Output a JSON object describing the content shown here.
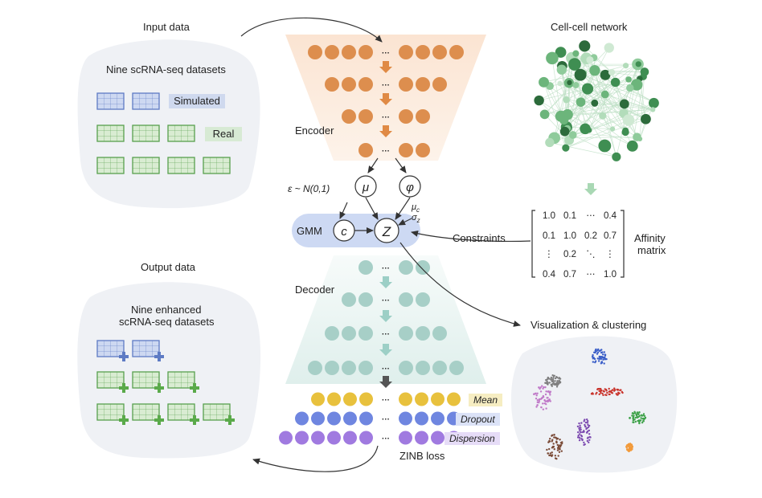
{
  "input": {
    "title": "Input data",
    "heading": "Nine scRNA-seq datasets",
    "simulated_label": "Simulated",
    "real_label": "Real"
  },
  "output": {
    "title": "Output data",
    "heading_line1": "Nine enhanced",
    "heading_line2": "scRNA-seq datasets"
  },
  "network": {
    "title": "Cell-cell network",
    "constraints_label": "Constraints",
    "affinity_line1": "Affinity",
    "affinity_line2": "matrix",
    "matrix": [
      [
        "1.0",
        "0.1",
        "⋯",
        "0.4"
      ],
      [
        "0.1",
        "1.0",
        "0.2",
        "0.7"
      ],
      [
        "⋮",
        "0.2",
        "⋱",
        "⋮"
      ],
      [
        "0.4",
        "0.7",
        "⋯",
        "1.0"
      ]
    ]
  },
  "model": {
    "encoder_label": "Encoder",
    "decoder_label": "Decoder",
    "gmm_label": "GMM",
    "epsilon_label": "ε ~ N(0,1)",
    "mu": "μ",
    "phi": "φ",
    "c": "c",
    "z": "Z",
    "mu_c": "μ",
    "mu_c_sub": "c",
    "sigma_z": "σ",
    "sigma_z_sub": "z",
    "dots": "···"
  },
  "outputs": {
    "mean_label": "Mean",
    "dropout_label": "Dropout",
    "dispersion_label": "Dispersion",
    "loss_label": "ZINB loss"
  },
  "viz": {
    "title": "Visualization & clustering"
  },
  "colors": {
    "encoder": "#dd8e4e",
    "decoder": "#a7cfc7",
    "mean": "#e8c13d",
    "dropout": "#6f86e0",
    "dispersion": "#a07ae0",
    "panel": "#f0f2f6",
    "gmm": "#c9d6f2",
    "net_green": "#4e9a5c"
  }
}
